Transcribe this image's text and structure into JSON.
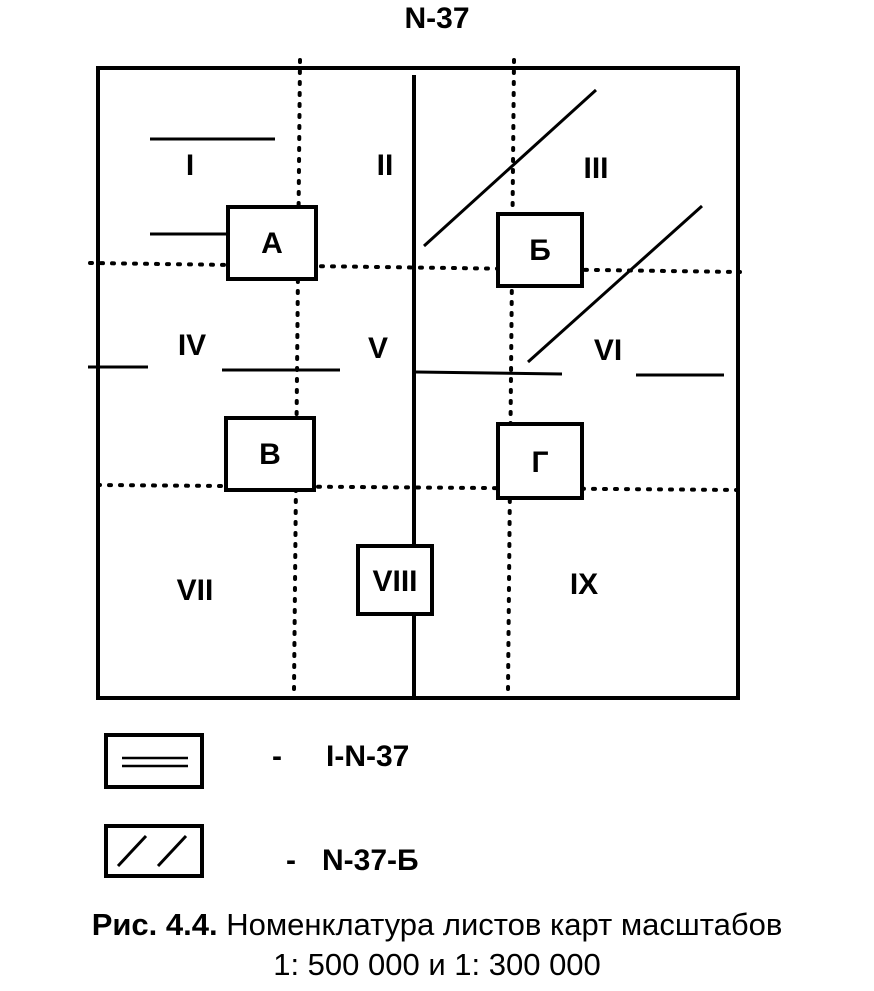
{
  "title": "N-37",
  "quadrants": [
    "I",
    "II",
    "III",
    "IV",
    "V",
    "VI",
    "VII",
    "VIII",
    "IX"
  ],
  "letters": [
    "А",
    "Б",
    "В",
    "Г"
  ],
  "legend": [
    {
      "dash": "-",
      "label": "I-N-37",
      "pattern": "double-line"
    },
    {
      "dash": "-",
      "label": "N-37-Б",
      "pattern": "hatch"
    }
  ],
  "caption": {
    "figure": "Рис. 4.4.",
    "text": "Номенклатура листов карт масштабов",
    "scales": "1: 500 000 и 1: 300 000"
  }
}
